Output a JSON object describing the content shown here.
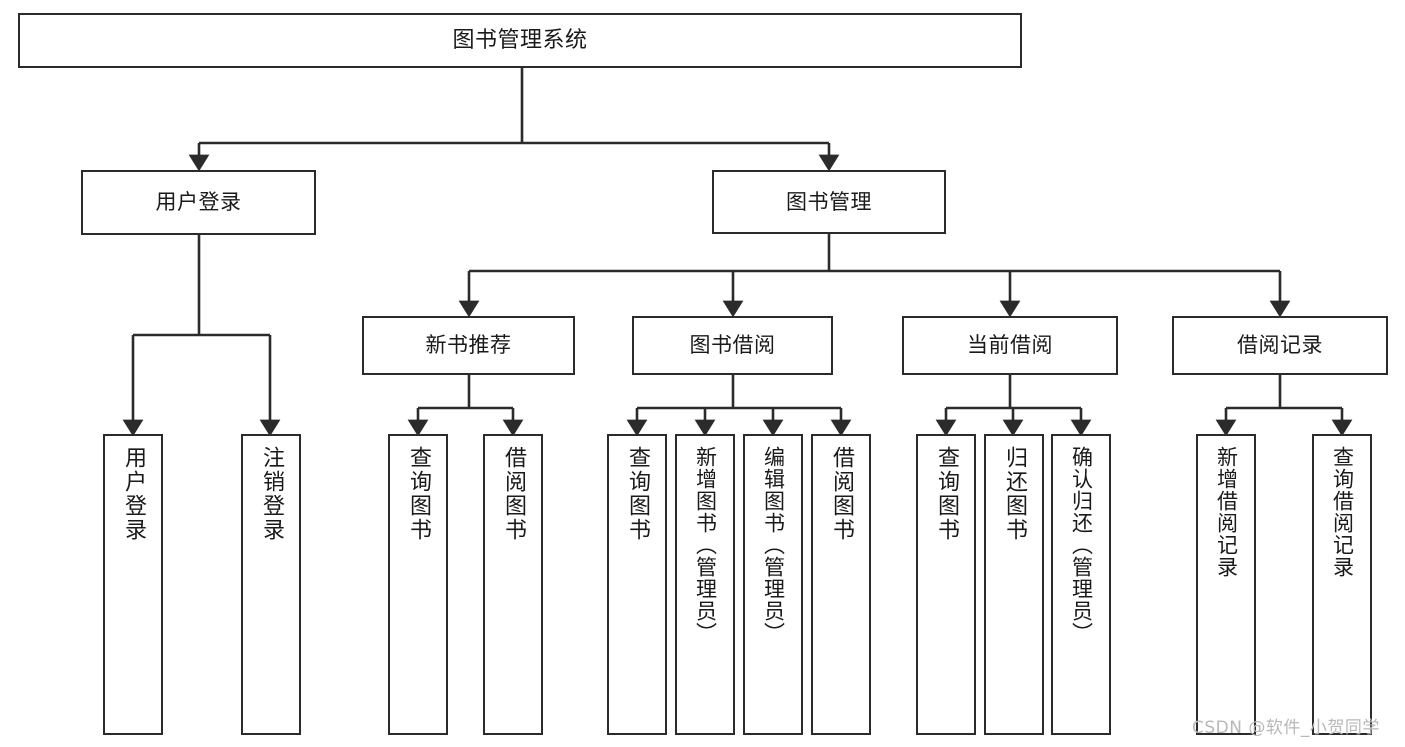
{
  "diagram": {
    "title": "图书管理系统",
    "type": "功能结构图",
    "stroke_color": "#2b2b2b",
    "background_color": "#ffffff",
    "text_color": "#1a1a1a"
  },
  "root": {
    "label": "图书管理系统"
  },
  "level2": [
    {
      "label": "用户登录"
    },
    {
      "label": "图书管理"
    }
  ],
  "level3": [
    {
      "label": "新书推荐"
    },
    {
      "label": "图书借阅"
    },
    {
      "label": "当前借阅"
    },
    {
      "label": "借阅记录"
    }
  ],
  "leaves": {
    "user_login": [
      {
        "label": "用户登录"
      },
      {
        "label": "注销登录"
      }
    ],
    "new_book_recommend": [
      {
        "label": "查询图书"
      },
      {
        "label": "借阅图书"
      }
    ],
    "book_borrow": [
      {
        "label": "查询图书"
      },
      {
        "label": "新增图书（管理员）"
      },
      {
        "label": "编辑图书（管理员）"
      },
      {
        "label": "借阅图书"
      }
    ],
    "current_borrow": [
      {
        "label": "查询图书"
      },
      {
        "label": "归还图书"
      },
      {
        "label": "确认归还（管理员）"
      }
    ],
    "borrow_record": [
      {
        "label": "新增借阅记录"
      },
      {
        "label": "查询借阅记录"
      }
    ]
  },
  "watermark": {
    "text": "CSDN @软件_小贺同学"
  }
}
